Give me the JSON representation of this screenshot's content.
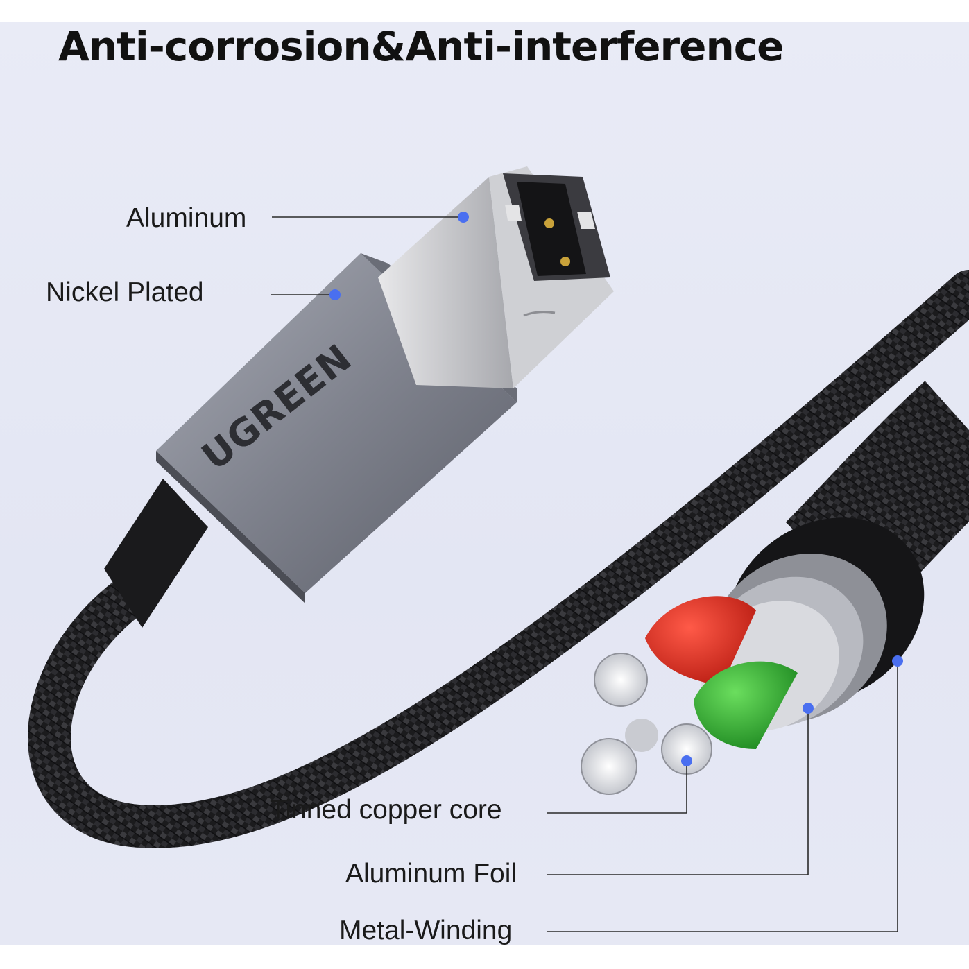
{
  "title": "Anti-corrosion&Anti-interference",
  "brand_logo": "UGREEN",
  "callouts": {
    "aluminum": "Aluminum",
    "nickel_plated": "Nickel Plated",
    "tinned_copper_core": "Tinned copper core",
    "aluminum_foil": "Aluminum Foil",
    "metal_winding": "Metal-Winding"
  },
  "colors": {
    "background": "#e6e8f4",
    "marker_dot": "#4a6ff0",
    "leader_line": "#2a2a2a",
    "cable_braid": "#1c1c1c",
    "connector_shell": "#7a7d88",
    "wire_red": "#d62a1c",
    "wire_green": "#2fa82f"
  }
}
